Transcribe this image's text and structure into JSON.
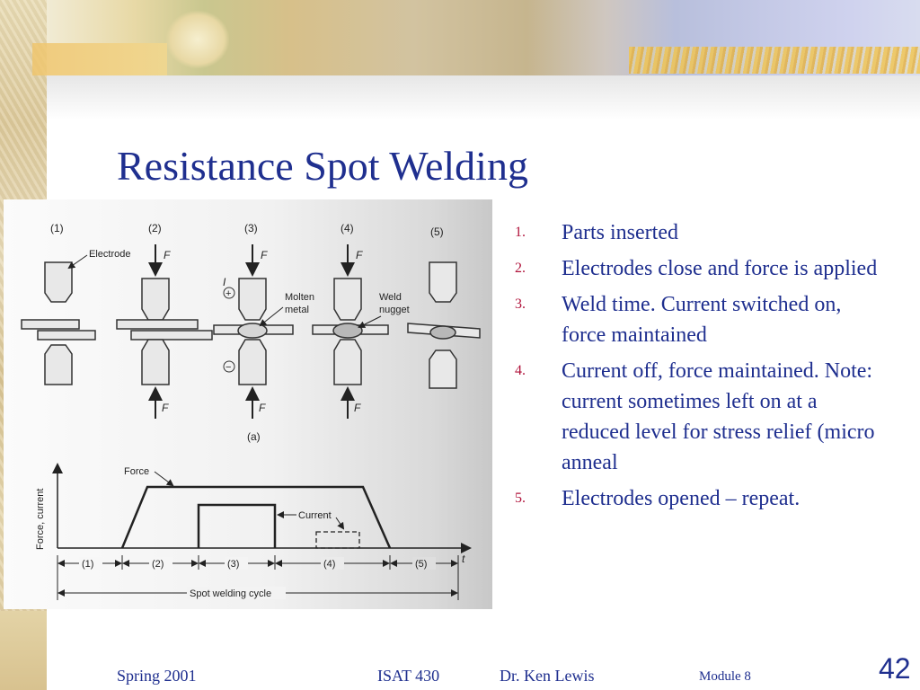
{
  "title": "Resistance Spot Welding",
  "diagram": {
    "steps": [
      "(1)",
      "(2)",
      "(3)",
      "(4)",
      "(5)"
    ],
    "labels": {
      "electrode": "Electrode",
      "force": "F",
      "current_symbol": "I",
      "plus": "+",
      "minus": "−",
      "molten_1": "Molten",
      "molten_2": "metal",
      "weld_1": "Weld",
      "weld_2": "nugget",
      "caption": "(a)"
    },
    "graph": {
      "y_label": "Force, current",
      "force_label": "Force",
      "current_label": "Current",
      "t_label": "t",
      "cycle_label": "Spot welding cycle",
      "segments": [
        "(1)",
        "(2)",
        "(3)",
        "(4)",
        "(5)"
      ]
    }
  },
  "steps": [
    {
      "num": "1.",
      "text": "Parts inserted"
    },
    {
      "num": "2.",
      "text": "Electrodes close and force is applied"
    },
    {
      "num": "3.",
      "text": "Weld time.  Current switched on, force maintained"
    },
    {
      "num": "4.",
      "text": "Current off, force maintained. Note:  current sometimes left on at a reduced level for stress relief (micro anneal"
    },
    {
      "num": "5.",
      "text": "Electrodes opened – repeat."
    }
  ],
  "footer": {
    "term": "Spring 2001",
    "course": "ISAT 430",
    "author": "Dr. Ken Lewis",
    "module": "Module 8",
    "page": "42"
  },
  "colors": {
    "title": "#1f2f8f",
    "list_number": "#b0123a",
    "text": "#1f2f8f"
  }
}
